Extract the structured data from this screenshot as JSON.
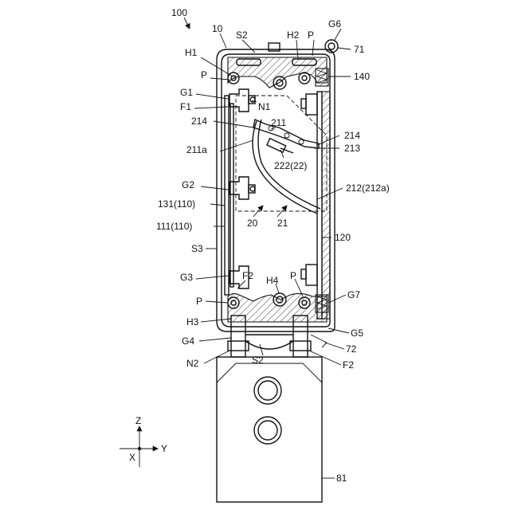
{
  "figure": {
    "ref_main": "100",
    "labels": [
      {
        "id": "l10",
        "text": "10"
      },
      {
        "id": "lS2top",
        "text": "S2"
      },
      {
        "id": "lH2",
        "text": "H2"
      },
      {
        "id": "lPtop",
        "text": "P"
      },
      {
        "id": "lG6",
        "text": "G6"
      },
      {
        "id": "l71",
        "text": "71"
      },
      {
        "id": "lH1",
        "text": "H1"
      },
      {
        "id": "lPleft1",
        "text": "P"
      },
      {
        "id": "l140",
        "text": "140"
      },
      {
        "id": "lG1",
        "text": "G1"
      },
      {
        "id": "lF1",
        "text": "F1"
      },
      {
        "id": "lN1",
        "text": "N1"
      },
      {
        "id": "l214a",
        "text": "214"
      },
      {
        "id": "l211",
        "text": "211"
      },
      {
        "id": "l214b",
        "text": "214"
      },
      {
        "id": "l211a",
        "text": "211a"
      },
      {
        "id": "l213",
        "text": "213"
      },
      {
        "id": "l222",
        "text": "222(22)"
      },
      {
        "id": "lG2",
        "text": "G2"
      },
      {
        "id": "l212",
        "text": "212(212a)"
      },
      {
        "id": "l131",
        "text": "131(110)"
      },
      {
        "id": "l20",
        "text": "20"
      },
      {
        "id": "l21",
        "text": "21"
      },
      {
        "id": "l111",
        "text": "111(110)"
      },
      {
        "id": "l120",
        "text": "120"
      },
      {
        "id": "lS3",
        "text": "S3"
      },
      {
        "id": "lG3",
        "text": "G3"
      },
      {
        "id": "lF2top",
        "text": "F2"
      },
      {
        "id": "lH4",
        "text": "H4"
      },
      {
        "id": "lPbot",
        "text": "P"
      },
      {
        "id": "lG7",
        "text": "G7"
      },
      {
        "id": "lPleft2",
        "text": "P"
      },
      {
        "id": "lH3",
        "text": "H3"
      },
      {
        "id": "lG5",
        "text": "G5"
      },
      {
        "id": "lG4",
        "text": "G4"
      },
      {
        "id": "l72",
        "text": "72"
      },
      {
        "id": "lN2",
        "text": "N2"
      },
      {
        "id": "lS2bot",
        "text": "S2"
      },
      {
        "id": "lF2bot",
        "text": "F2"
      },
      {
        "id": "l81",
        "text": "81"
      }
    ],
    "axes": {
      "z": "Z",
      "y": "Y",
      "x": "X"
    }
  }
}
